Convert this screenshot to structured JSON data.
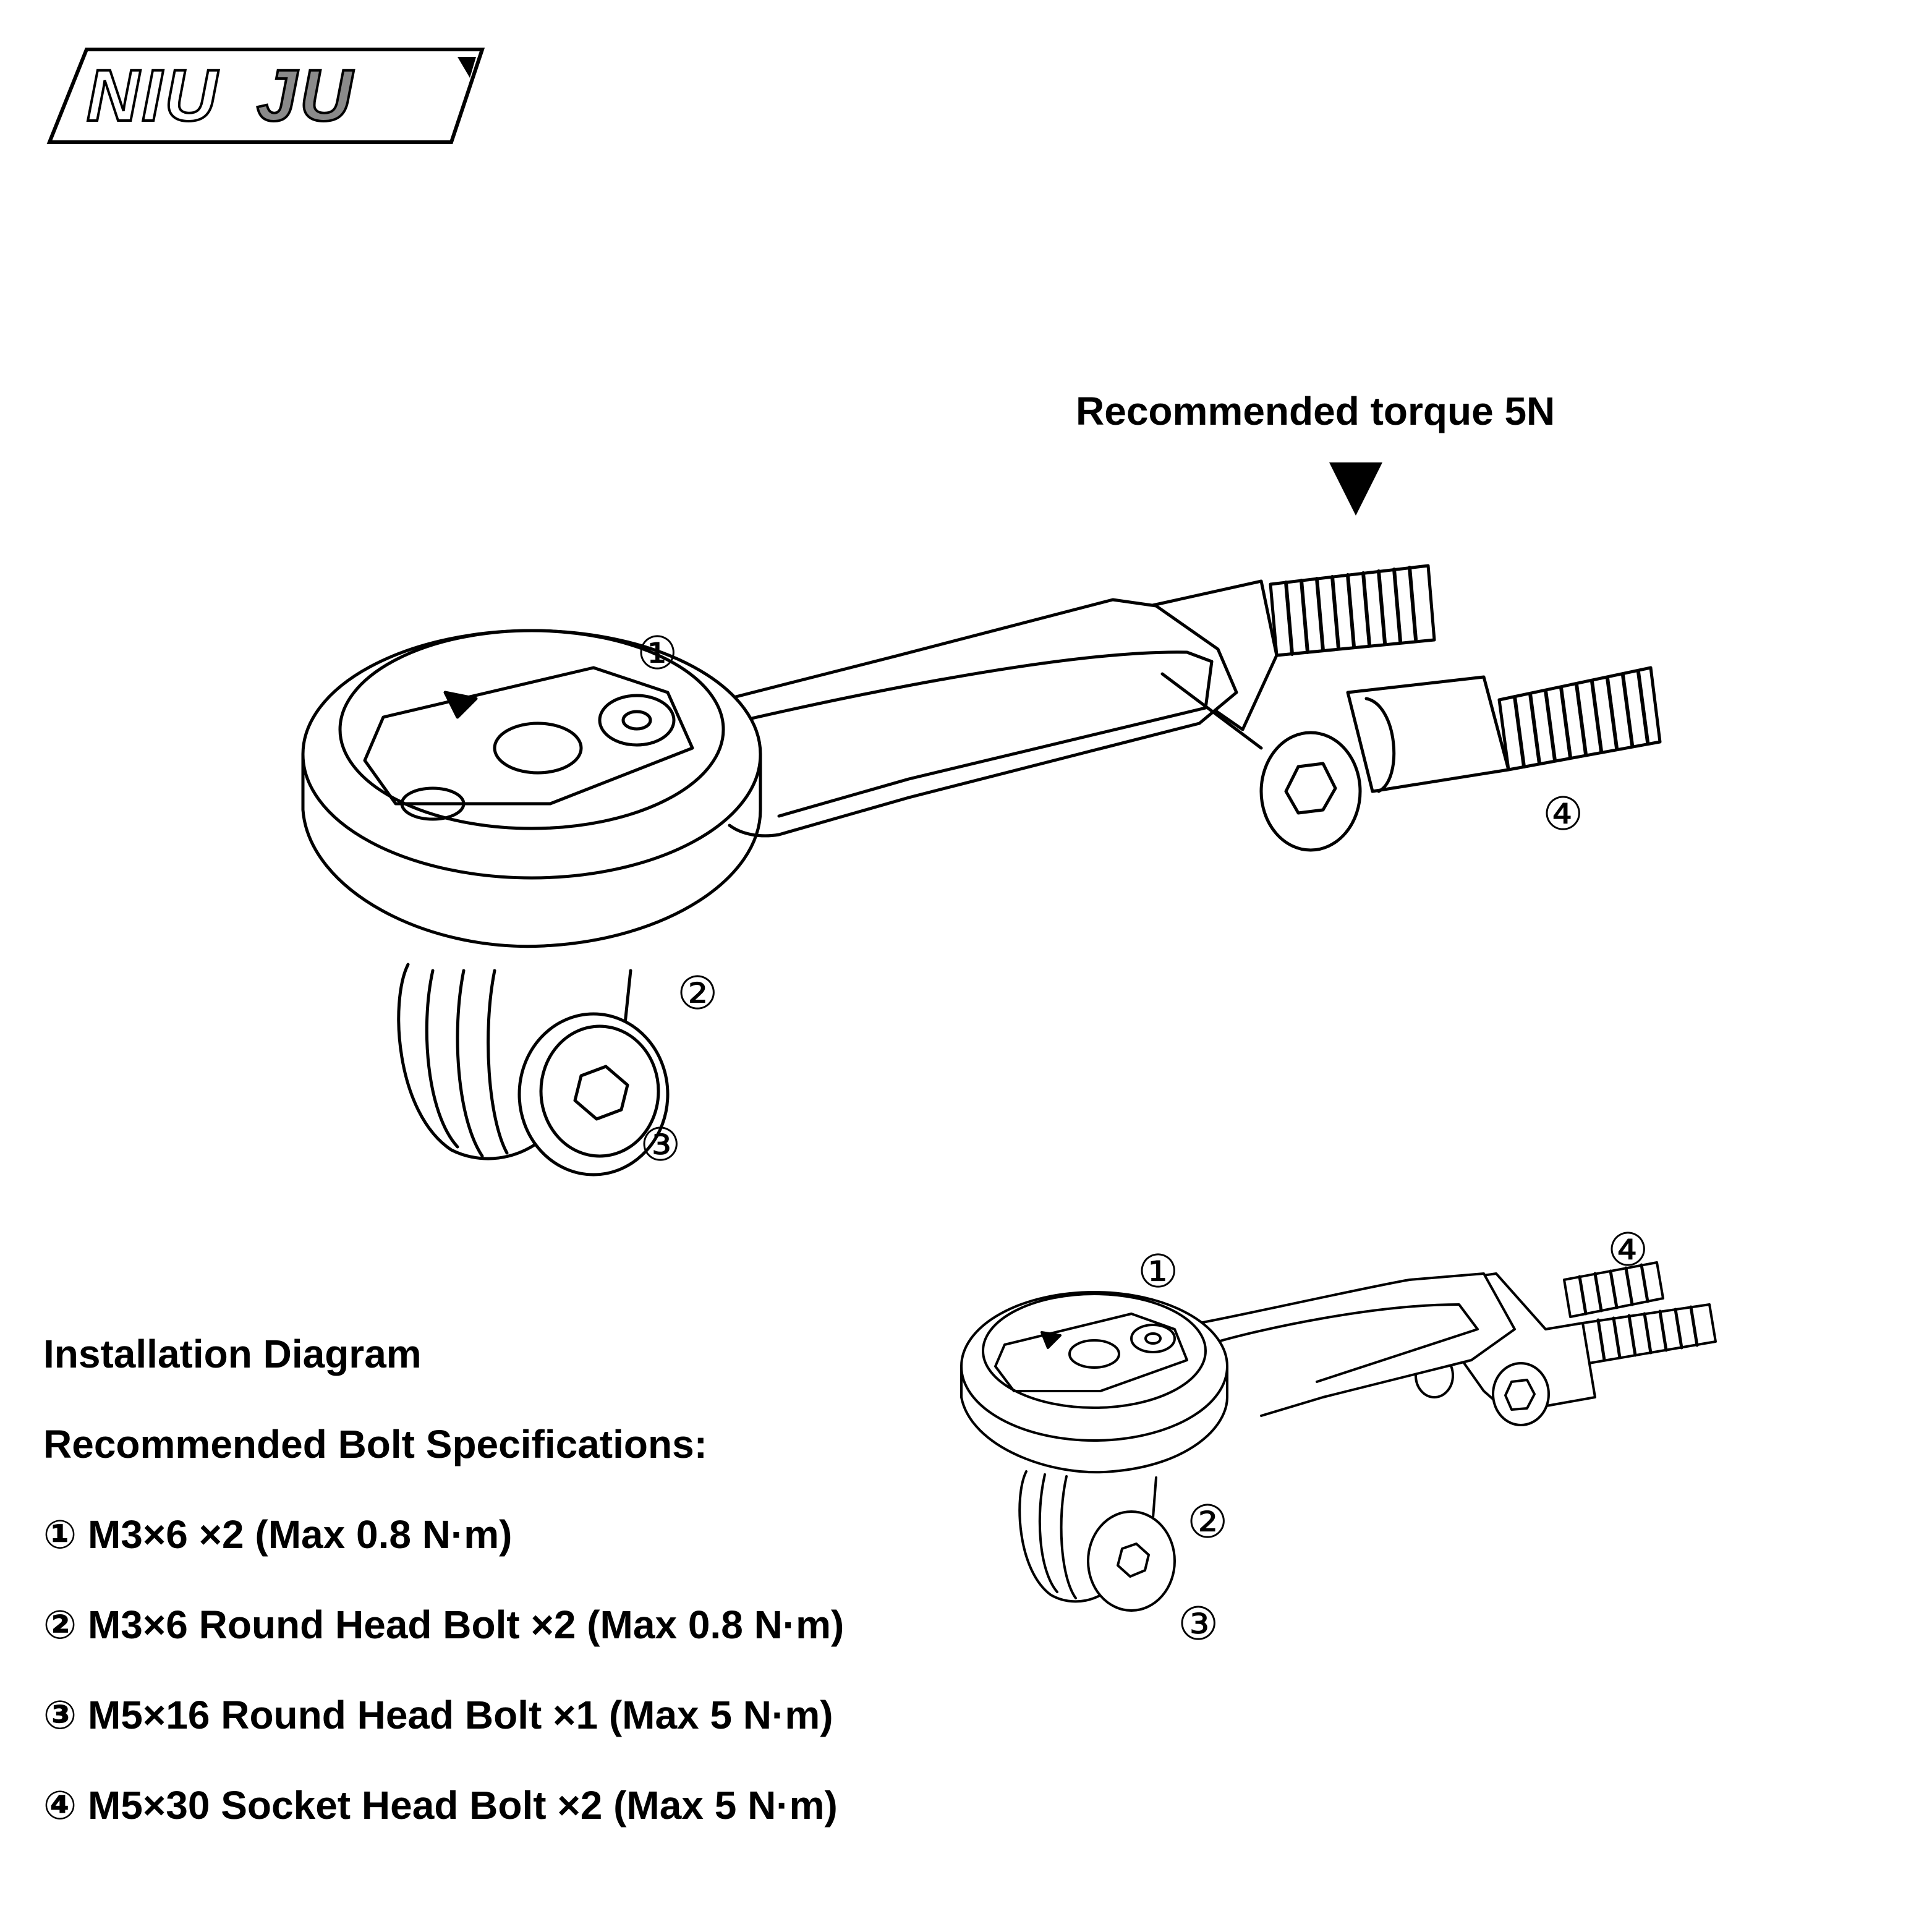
{
  "brand": {
    "logo_text": "NIU JU"
  },
  "torque_note": {
    "label": "Recommended torque 5N",
    "icon": "arrow-down-icon"
  },
  "main_diagram": {
    "callouts": [
      "①",
      "②",
      "③",
      "④"
    ]
  },
  "small_diagram": {
    "callouts": [
      "①",
      "②",
      "③",
      "④"
    ]
  },
  "specs": {
    "title": "Installation Diagram",
    "subtitle": "Recommended Bolt Specifications:",
    "items": [
      "① M3×6 ×2 (Max 0.8 N·m)",
      "② M3×6 Round Head Bolt ×2 (Max 0.8 N·m)",
      "③ M5×16 Round Head Bolt ×1 (Max 5 N·m)",
      "④ M5×30 Socket Head Bolt ×2 (Max 5 N·m)"
    ]
  },
  "colors": {
    "ink": "#000000",
    "background": "#ffffff",
    "logo_grey": "#8a8a8a"
  }
}
